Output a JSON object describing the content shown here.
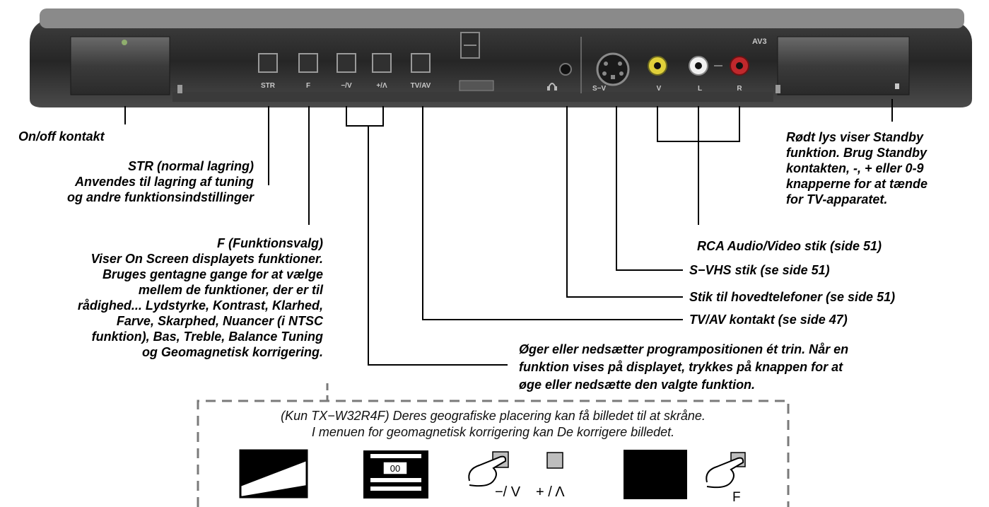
{
  "panel": {
    "buttons": [
      "STR",
      "F",
      "−/V",
      "+/Λ",
      "TV/AV"
    ],
    "jack_labels": [
      "S−V",
      "V",
      "L",
      "R"
    ],
    "av_label": "AV3",
    "headphone_icon": "headphone-icon"
  },
  "callouts": {
    "onoff": "On/off kontakt",
    "str": [
      "STR (normal lagring)",
      "Anvendes til lagring af tuning",
      "og andre funktionsindstillinger"
    ],
    "f": [
      "F (Funktionsvalg)",
      "Viser On Screen displayets funktioner.",
      "Bruges gentagne gange for at vælge",
      "mellem de funktioner, der er til",
      "rådighed... Lydstyrke, Kontrast, Klarhed,",
      "Farve, Skarphed, Nuancer (i NTSC",
      "funktion), Bas, Treble, Balance Tuning",
      "og Geomagnetisk korrigering."
    ],
    "standby": [
      "Rødt lys viser Standby",
      "funktion. Brug Standby",
      "kontakten, -, + eller 0-9",
      "knapperne for at tænde",
      "for TV-apparatet."
    ],
    "rca": "RCA Audio/Video stik (side 51)",
    "svhs": "S−VHS stik (se side 51)",
    "headphones": "Stik til hovedtelefoner (se side 51)",
    "tvav": "TV/AV kontakt (se side 47)",
    "program": [
      "Øger eller nedsætter programpositionen ét trin. Når en",
      "funktion vises på displayet, trykkes på knappen for at",
      "øge eller nedsætte den valgte funktion."
    ]
  },
  "note": {
    "line1": "(Kun TX−W32R4F) Deres geografiske placering kan få billedet til at skråne.",
    "line2": "I menuen for geomagnetisk korrigering kan De korrigere billedet.",
    "osd_value": "00",
    "minus_label": "−/ V",
    "plus_label": "+ / Λ",
    "f_label": "F"
  }
}
